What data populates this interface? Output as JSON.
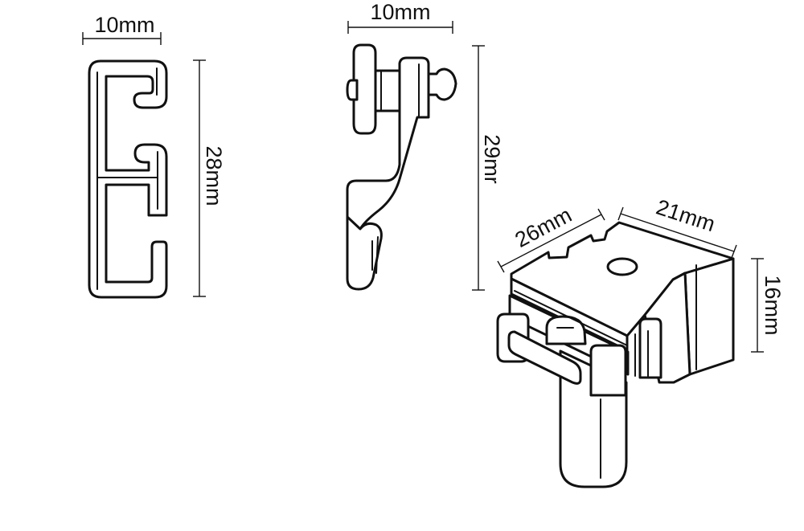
{
  "colors": {
    "stroke": "#111111",
    "background": "#ffffff"
  },
  "dimensions": {
    "track_width": "10mm",
    "track_height": "28mm",
    "glider_width": "10mm",
    "glider_height": "29mr",
    "bracket_depth": "26mm",
    "bracket_width": "21mm",
    "bracket_height": "16mm"
  }
}
